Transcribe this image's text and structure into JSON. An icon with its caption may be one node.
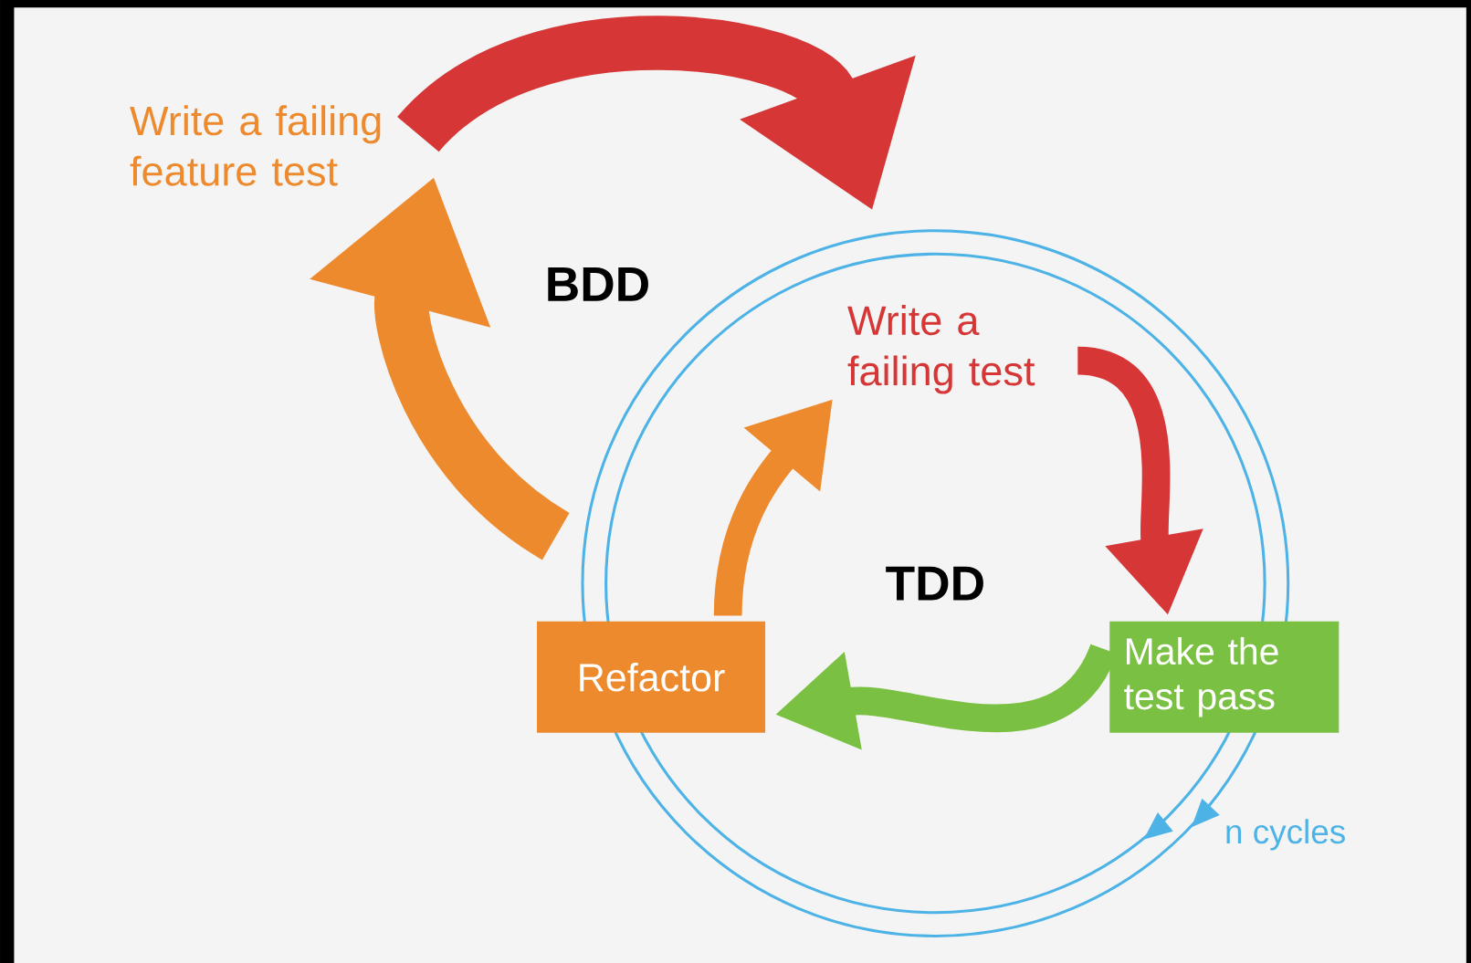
{
  "diagram": {
    "nodes": [
      {
        "text": [
          "Write a failing feature test"
        ]
      },
      {
        "text": [
          "TDD"
        ],
        "beside": [
          "n cycles"
        ]
      },
      {
        "text": [
          "Write a failing test"
        ],
        "in": 1
      },
      {
        "text": [
          "Make the test pass"
        ]
      },
      {
        "text": [
          "Refactor"
        ]
      }
    ],
    "edges": [
      {
        "from": 0,
        "to": 1,
        "arrow": "to",
        "style": "thick",
        "color": "#d63636"
      },
      {
        "from": 1,
        "to": 0,
        "arrow": "to",
        "style": "thick",
        "color": "#ee8a2e"
      },
      {
        "from": 2,
        "to": 3,
        "arrow": "to",
        "color": "#d63636"
      },
      {
        "from": 3,
        "to": 4,
        "arrow": "to",
        "color": "#7ac143"
      },
      {
        "from": 4,
        "to": 2,
        "arrow": "to",
        "color": "#ee8a2e"
      }
    ],
    "labels": [
      "BDD"
    ]
  }
}
